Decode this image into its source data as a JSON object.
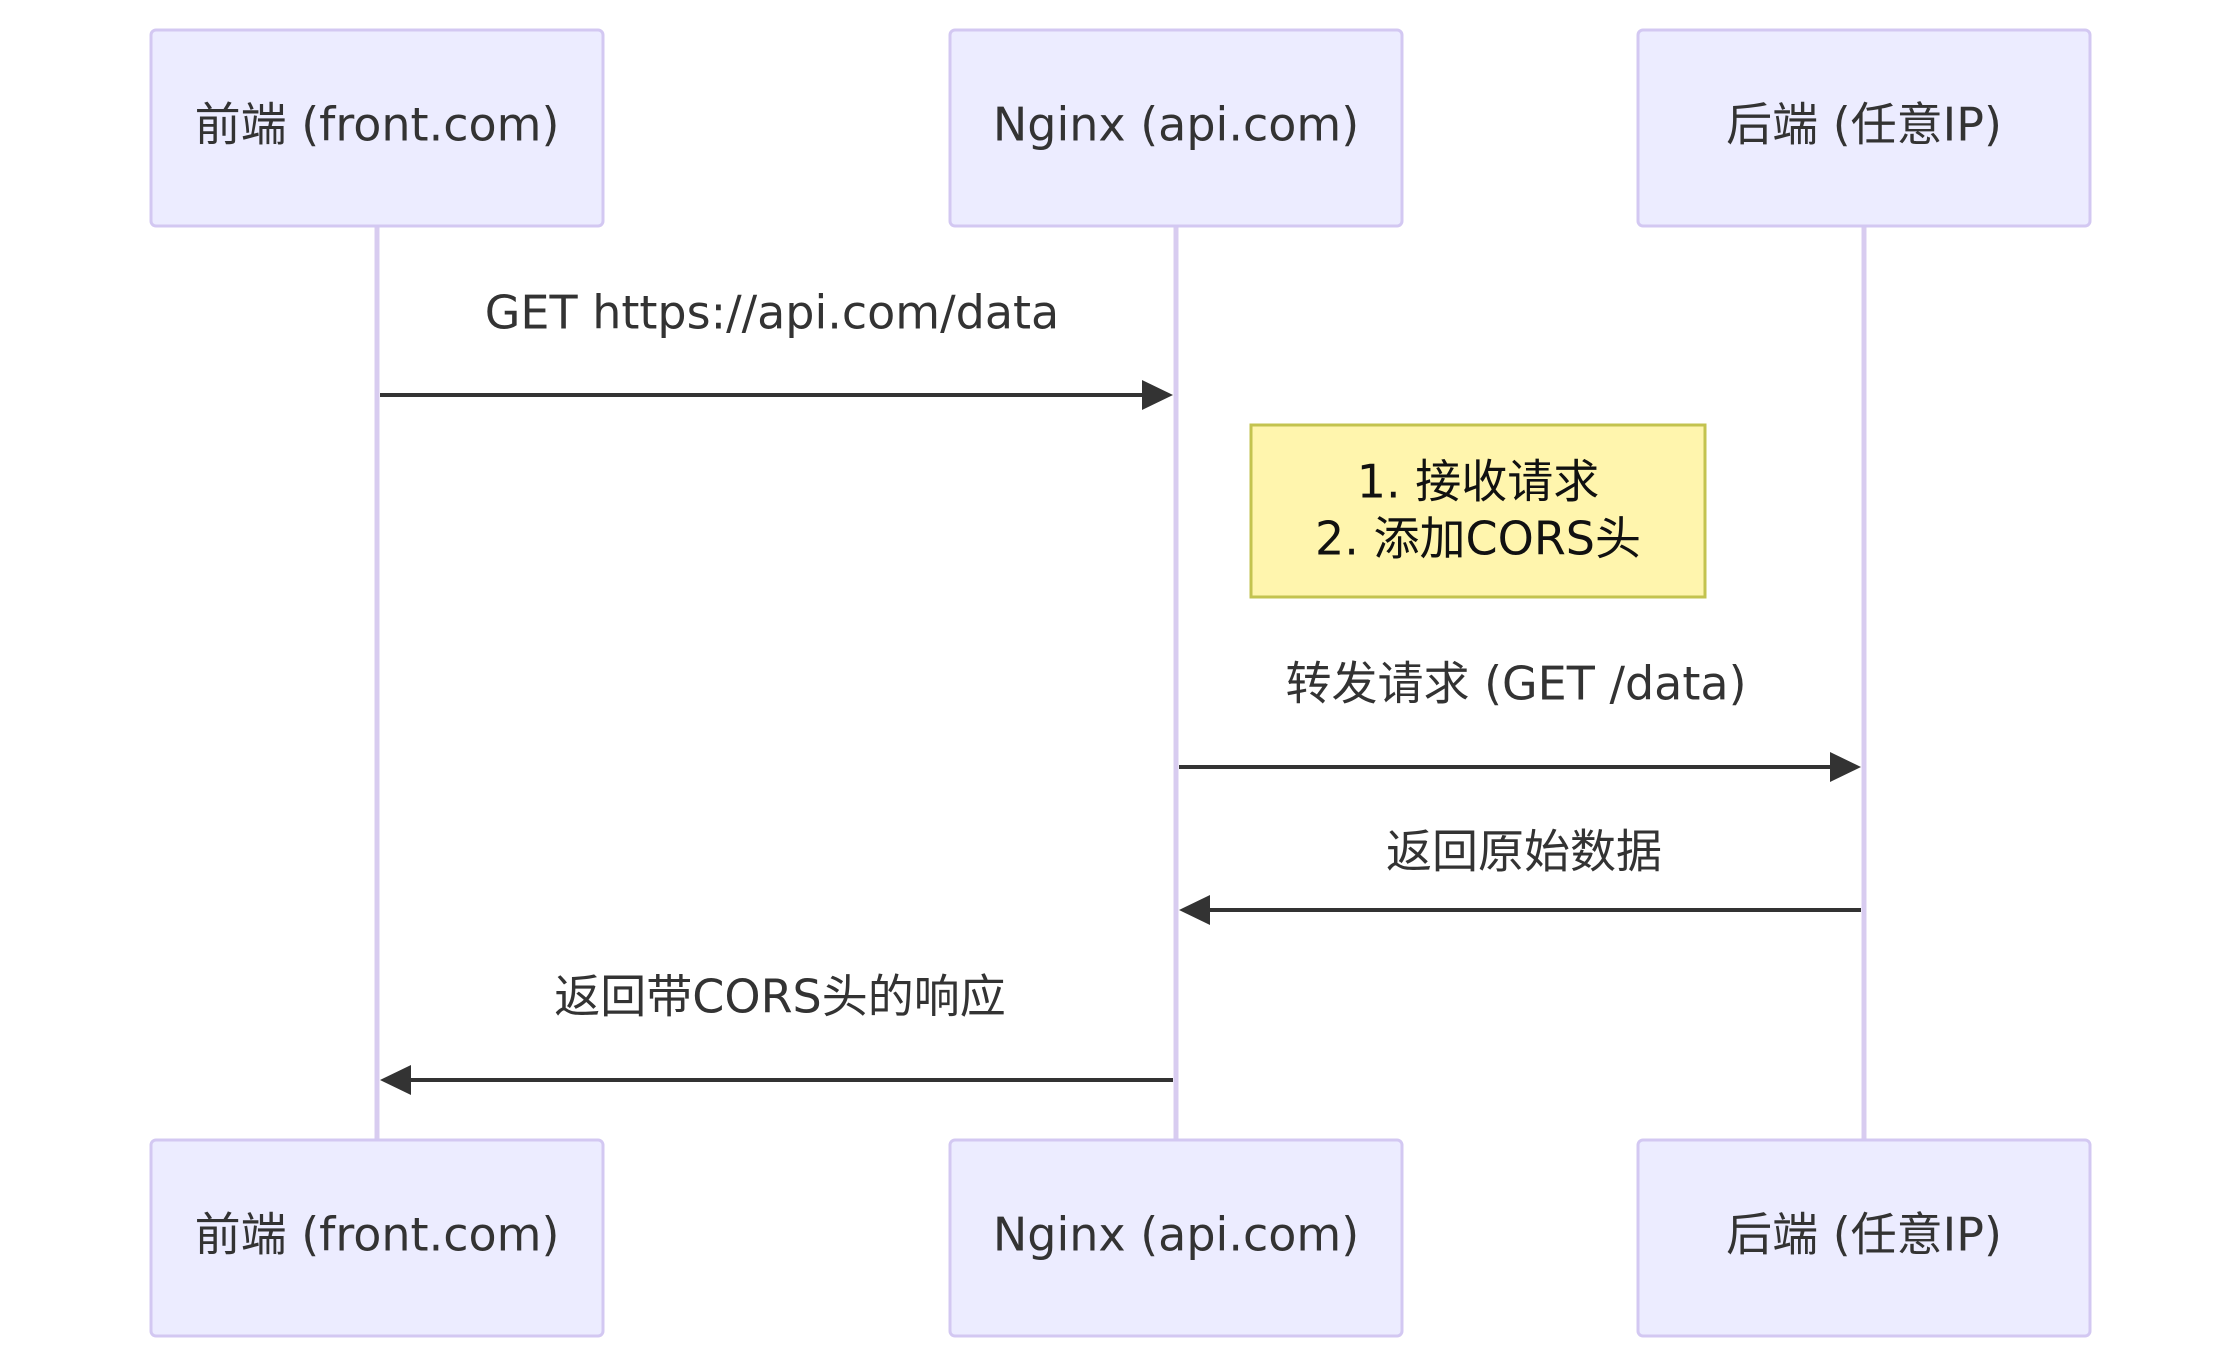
{
  "participants": {
    "frontend": "前端 (front.com)",
    "nginx": "Nginx (api.com)",
    "backend": "后端 (任意IP)"
  },
  "messages": [
    {
      "from": "frontend",
      "to": "nginx",
      "text": "GET https://api.com/data"
    },
    {
      "from": "nginx",
      "to": "backend",
      "text": "转发请求 (GET /data)"
    },
    {
      "from": "backend",
      "to": "nginx",
      "text": "返回原始数据"
    },
    {
      "from": "nginx",
      "to": "frontend",
      "text": "返回带CORS头的响应"
    }
  ],
  "note": {
    "over": "nginx",
    "lines": [
      "1. 接收请求",
      "2. 添加CORS头"
    ]
  },
  "colors": {
    "actor_fill": "#ececff",
    "actor_border": "#d3c8f2",
    "lifeline": "#d8ccf0",
    "arrow": "#333333",
    "note_fill": "#fff5ad",
    "note_border": "#c3c34f"
  }
}
